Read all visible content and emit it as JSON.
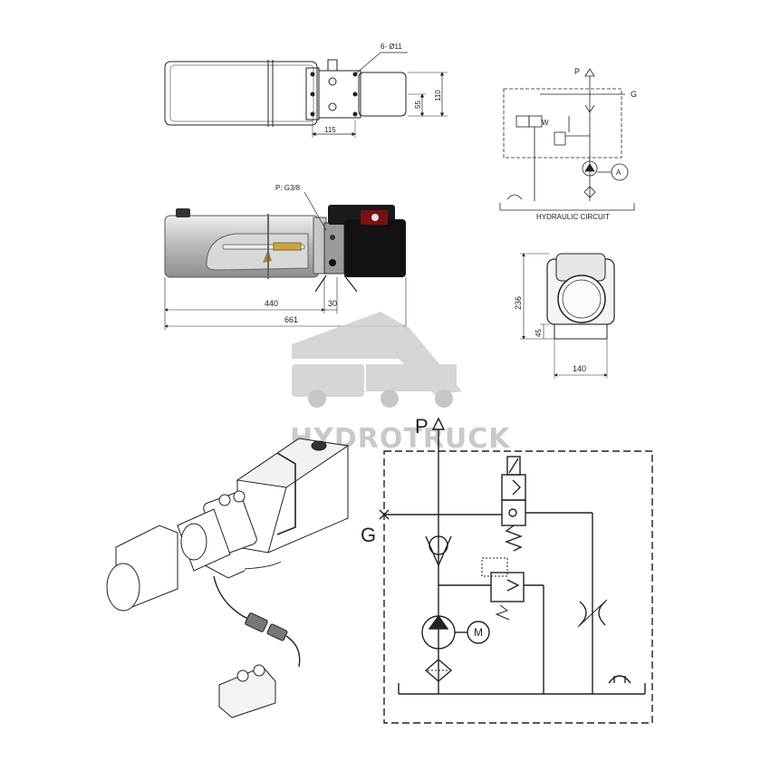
{
  "top_view": {
    "hole_callout": "6- Ø11",
    "dim_height": "110",
    "dim_half_height": "55",
    "dim_width": "115"
  },
  "side_view": {
    "port_label": "P: G3/8",
    "dim_tank": "440",
    "dim_offset": "30",
    "dim_total": "661"
  },
  "end_view": {
    "dim_height": "236",
    "dim_base": "45",
    "dim_width": "140"
  },
  "small_circuit": {
    "title": "HYDRAULIC CIRCUIT",
    "port_p": "P",
    "port_g": "G",
    "valve_label": "W",
    "gauge_label": "A"
  },
  "watermark": {
    "brand": "HYDROTRUCK"
  },
  "large_circuit": {
    "port_p": "P",
    "port_g": "G",
    "motor_label": "M"
  }
}
